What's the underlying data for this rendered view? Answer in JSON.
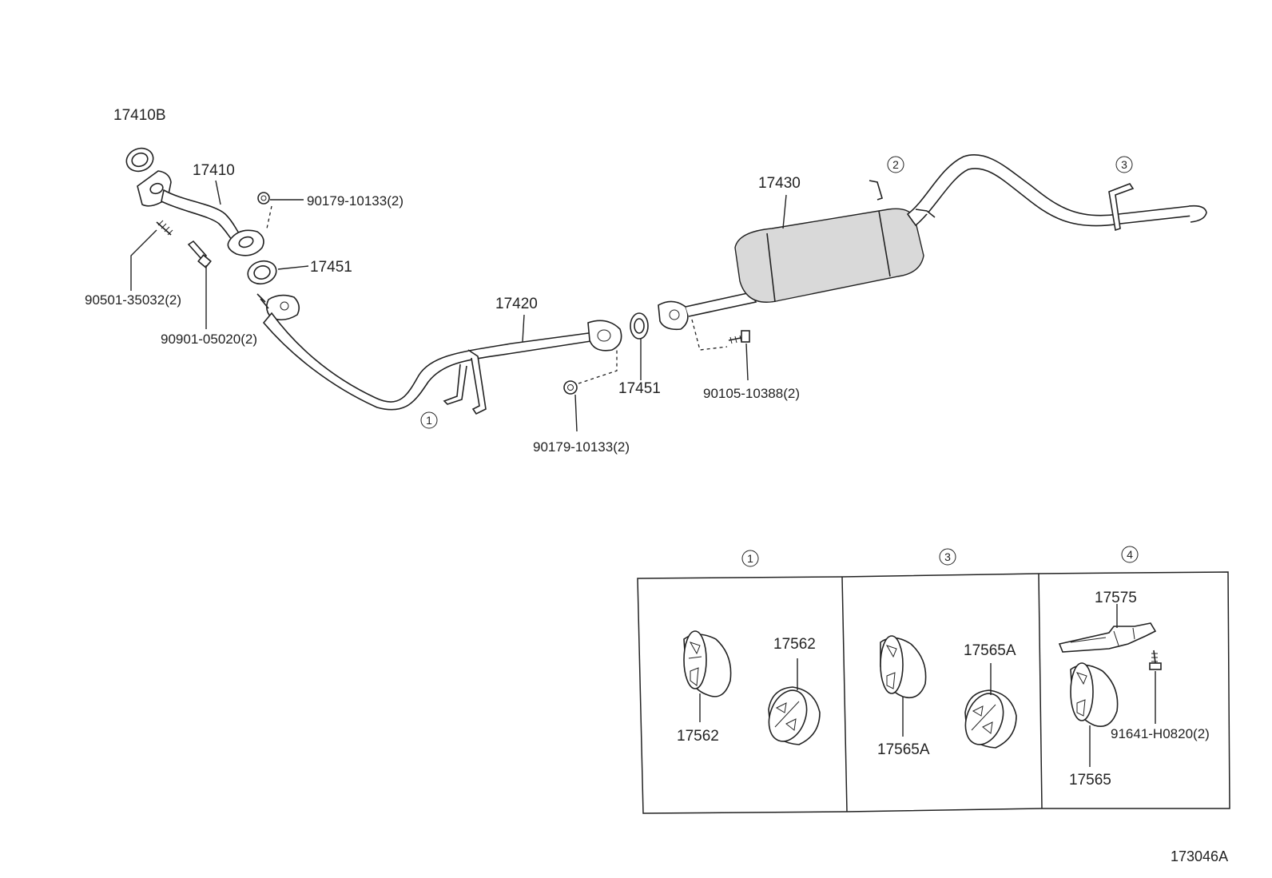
{
  "labels": {
    "p17410B": "17410B",
    "p17410": "17410",
    "p90179_top": "90179-10133(2)",
    "p17451_top": "17451",
    "p90501": "90501-35032(2)",
    "p90901": "90901-05020(2)",
    "p17420": "17420",
    "p17451_mid": "17451",
    "p90179_bottom": "90179-10133(2)",
    "p90105": "90105-10388(2)",
    "p17430": "17430",
    "c1_main": "1",
    "c2_main": "2",
    "c3_main": "3",
    "c1_panel": "1",
    "c3_panel": "3",
    "c4_panel": "4",
    "p17562_a": "17562",
    "p17562_b": "17562",
    "p17565A_a": "17565A",
    "p17565A_b": "17565A",
    "p17575": "17575",
    "p91641": "91641-H0820(2)",
    "p17565": "17565",
    "figure_code": "173046A"
  }
}
